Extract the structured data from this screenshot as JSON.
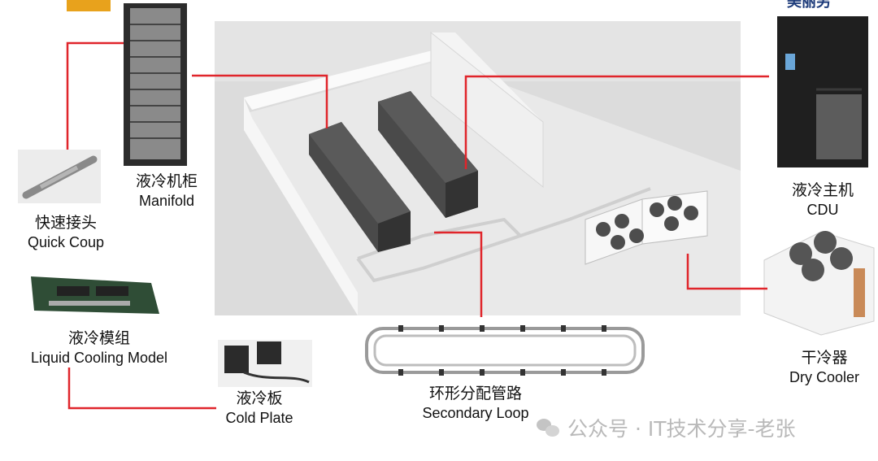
{
  "labels": {
    "manifold": {
      "cn": "液冷机柜",
      "en": "Manifold"
    },
    "quick_coup": {
      "cn": "快速接头",
      "en": "Quick Coup"
    },
    "cooling_model": {
      "cn": "液冷模组",
      "en": "Liquid Cooling Model"
    },
    "cold_plate": {
      "cn": "液冷板",
      "en": "Cold Plate"
    },
    "secondary_loop": {
      "cn": "环形分配管路",
      "en": "Secondary Loop"
    },
    "cdu": {
      "cn": "液冷主机",
      "en": "CDU"
    },
    "dry_cooler": {
      "cn": "干冷器",
      "en": "Dry Cooler"
    }
  },
  "top_right_fragment": "美丽另",
  "watermark": "公众号 · IT技术分享-老张",
  "colors": {
    "connector": "#e0252b",
    "accent": "#e8a21c"
  }
}
